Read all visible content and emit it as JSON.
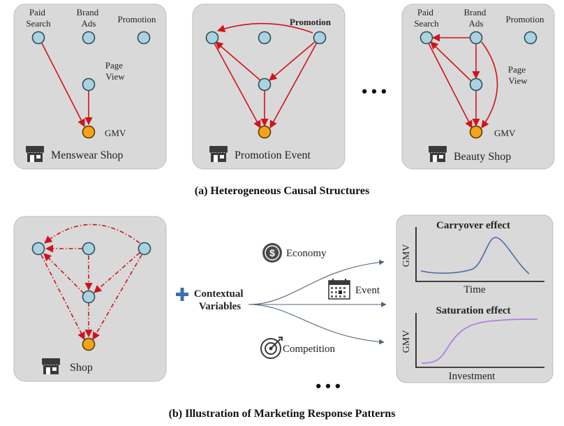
{
  "panel_a": {
    "caption": "(a) Heterogeneous Causal Structures",
    "ellipsis": "• • •",
    "graphs": [
      {
        "shop_label": "Menswear Shop",
        "labels": {
          "paid_search": "Paid\nSearch",
          "brand_ads": "Brand\nAds",
          "promotion": "Promotion",
          "page_view": "Page\nView",
          "gmv": "GMV"
        }
      },
      {
        "shop_label": "Promotion Event",
        "labels": {
          "promotion": "Promotion"
        }
      },
      {
        "shop_label": "Beauty Shop",
        "labels": {
          "paid_search": "Paid\nSearch",
          "brand_ads": "Brand\nAds",
          "promotion": "Promotion",
          "page_view": "Page\nView",
          "gmv": "GMV"
        }
      }
    ]
  },
  "panel_b": {
    "caption": "(b) Illustration of Marketing Response Patterns",
    "shop_label": "Shop",
    "contextual_variables_label": "Contextual\nVariables",
    "factors": [
      {
        "label": "Economy",
        "icon": "dollar-coin-icon"
      },
      {
        "label": "Event",
        "icon": "calendar-icon"
      },
      {
        "label": "Competition",
        "icon": "target-icon"
      }
    ],
    "ellipsis": "• • •",
    "plots": [
      {
        "title": "Carryover effect",
        "ylabel": "GMV",
        "xlabel": "Time",
        "color": "#4a6aa5"
      },
      {
        "title": "Saturation effect",
        "ylabel": "GMV",
        "xlabel": "Investment",
        "color": "#b27fe0"
      }
    ]
  },
  "colors": {
    "edge": "#d0131b",
    "node": "#a9d3e0",
    "gmv_node": "#f5a31a",
    "plus": "#3b6fb5"
  }
}
